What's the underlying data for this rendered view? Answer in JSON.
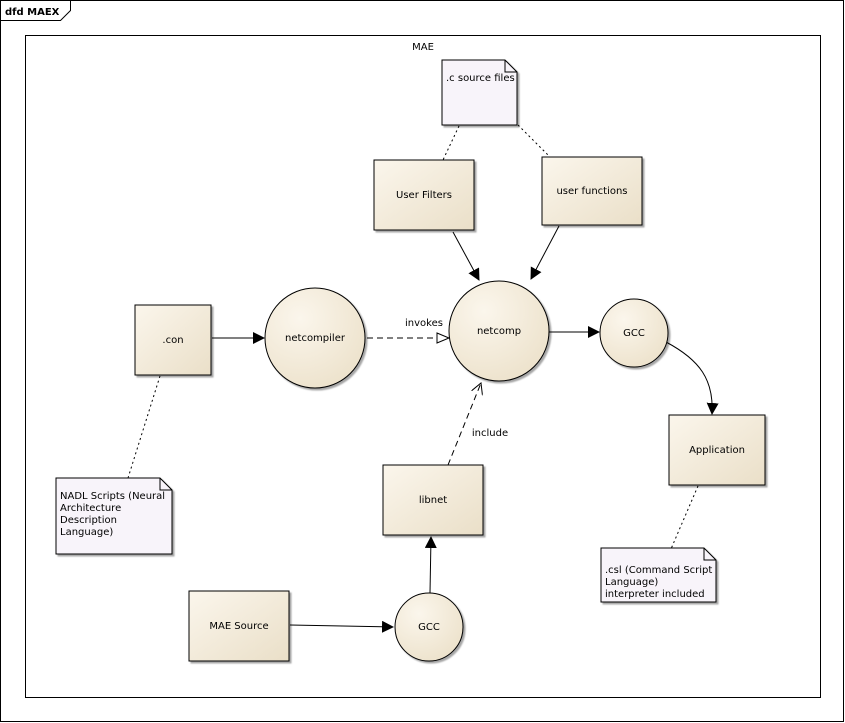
{
  "frame": {
    "title": "dfd MAEX"
  },
  "boundary": {
    "label": "MAE"
  },
  "processes": {
    "netcompiler": "netcompiler",
    "netcomp": "netcomp",
    "gcc_top": "GCC",
    "gcc_bottom": "GCC"
  },
  "entities": {
    "con": ".con",
    "user_filters": "User Filters",
    "user_functions": "user functions",
    "application": "Application",
    "libnet": "libnet",
    "mae_source": "MAE Source"
  },
  "notes": {
    "c_source": ".c source files",
    "nadl": "NADL Scripts (Neural Architecture Description Language)",
    "csl": ".csl (Command Script Language)  interpreter included"
  },
  "edge_labels": {
    "invokes": "invokes",
    "include": "include"
  },
  "colors": {
    "entity_fill": "#f3ead8",
    "process_fill": "#f3ead8",
    "note_fill": "#f8f4fa",
    "line": "#000000"
  }
}
